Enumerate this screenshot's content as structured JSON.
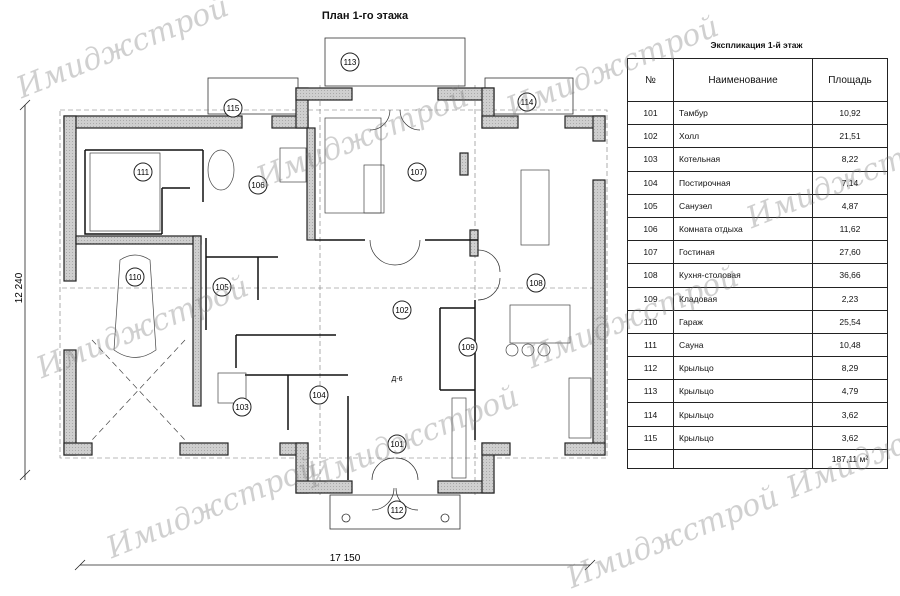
{
  "plan": {
    "title": "План 1-го этажа",
    "dim_height": "12 240",
    "dim_width": "17 150",
    "door_mark": "Д-6",
    "rooms": {
      "r101": "101",
      "r102": "102",
      "r103": "103",
      "r104": "104",
      "r105": "105",
      "r106": "106",
      "r107": "107",
      "r108": "108",
      "r109": "109",
      "r110": "110",
      "r111": "111",
      "r112": "112",
      "r113": "113",
      "r114": "114",
      "r115": "115"
    }
  },
  "watermark": "Имиджстрой",
  "explication": {
    "title": "Экспликация 1-й этаж",
    "headers": {
      "num": "№",
      "name": "Наименование",
      "area": "Площадь"
    },
    "rows": [
      {
        "num": "101",
        "name": "Тамбур",
        "area": "10,92"
      },
      {
        "num": "102",
        "name": "Холл",
        "area": "21,51"
      },
      {
        "num": "103",
        "name": "Котельная",
        "area": "8,22"
      },
      {
        "num": "104",
        "name": "Постирочная",
        "area": "7,14"
      },
      {
        "num": "105",
        "name": "Санузел",
        "area": "4,87"
      },
      {
        "num": "106",
        "name": "Комната отдыха",
        "area": "11,62"
      },
      {
        "num": "107",
        "name": "Гостиная",
        "area": "27,60"
      },
      {
        "num": "108",
        "name": "Кухня-столовая",
        "area": "36,66"
      },
      {
        "num": "109",
        "name": "Кладовая",
        "area": "2,23"
      },
      {
        "num": "110",
        "name": "Гараж",
        "area": "25,54"
      },
      {
        "num": "111",
        "name": "Сауна",
        "area": "10,48"
      },
      {
        "num": "112",
        "name": "Крыльцо",
        "area": "8,29"
      },
      {
        "num": "113",
        "name": "Крыльцо",
        "area": "4,79"
      },
      {
        "num": "114",
        "name": "Крыльцо",
        "area": "3,62"
      },
      {
        "num": "115",
        "name": "Крыльцо",
        "area": "3,62"
      }
    ],
    "total": "187,11 м²"
  }
}
